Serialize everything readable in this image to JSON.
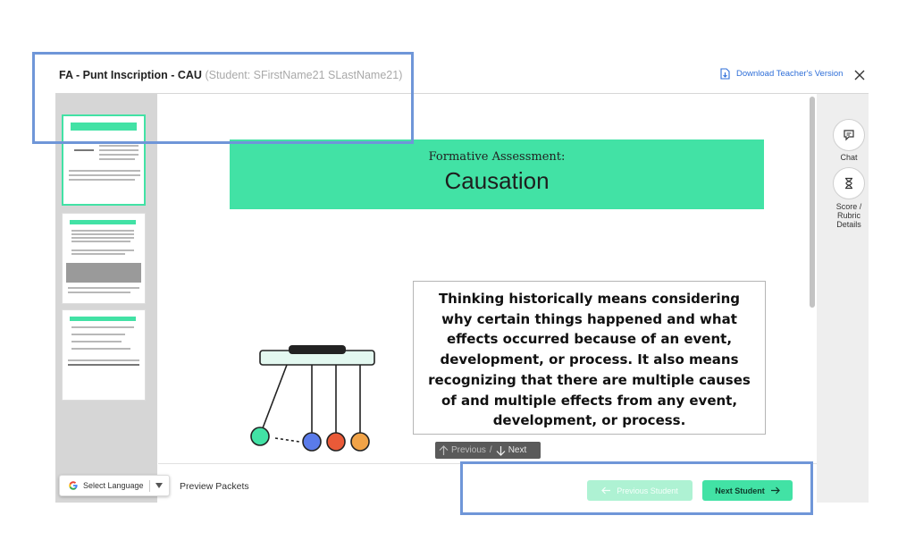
{
  "header": {
    "title": "FA - Punt Inscription - CAU",
    "student": "(Student: SFirstName21 SLastName21)",
    "download_label": "Download Teacher's Version"
  },
  "side_panel": {
    "chat_label": "Chat",
    "score_label_lines": [
      "Score /",
      "Rubric",
      "Details"
    ]
  },
  "slide": {
    "subtitle": "Formative Assessment:",
    "title": "Causation",
    "quote_lines": [
      "Thinking historically means considering",
      "why certain things happened and what",
      "effects occurred because of an event,",
      "development, or process. It also means",
      "recognizing that there are multiple causes",
      "of and multiple effects from any event,",
      "development, or process."
    ]
  },
  "pager": {
    "previous": "Previous",
    "separator": "/",
    "next": "Next"
  },
  "footer": {
    "language_label": "Select Language",
    "preview_packets": "Preview Packets",
    "previous_student": "Previous Student",
    "next_student": "Next Student"
  },
  "colors": {
    "accent": "#42e2a5",
    "accent_light": "#aef2d3",
    "link": "#2f6fd8",
    "highlight_box": "#6f96d8"
  }
}
